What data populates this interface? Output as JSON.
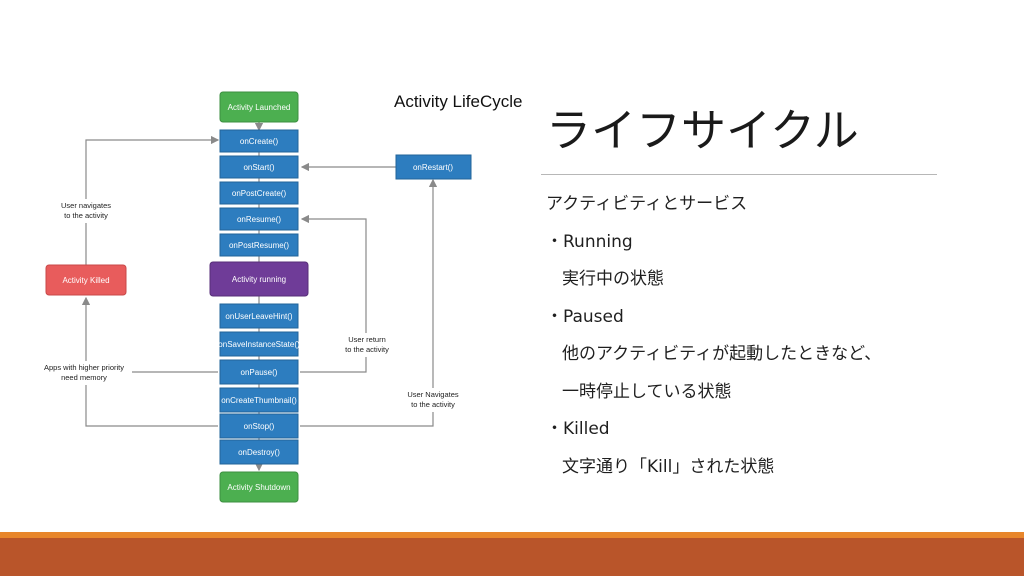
{
  "slide": {
    "title": "ライフサイクル",
    "lines": [
      "アクティビティとサービス",
      "・Running",
      "実行中の状態",
      "・Paused",
      "他のアクティビティが起動したときなど、",
      "一時停止している状態",
      "・Killed",
      "文字通り「Kill」された状態"
    ]
  },
  "diagram": {
    "title": "Activity LifeCycle",
    "colors": {
      "green": "#4caf50",
      "blue": "#2d7dbf",
      "purple": "#6f3c98",
      "red": "#e85c5c",
      "arrow": "#8a8a8a"
    },
    "nodes": {
      "launched": "Activity Launched",
      "oncreate": "onCreate()",
      "onstart": "onStart()",
      "onpostcreate": "onPostCreate()",
      "onresume": "onResume()",
      "onpostresume": "onPostResume()",
      "running": "Activity running",
      "onuserleavehint": "onUserLeaveHint()",
      "onsaveinstancestate": "onSaveInstanceState()",
      "onpause": "onPause()",
      "oncreatethumbnail": "onCreateThumbnail()",
      "onstop": "onStop()",
      "ondestroy": "onDestroy()",
      "shutdown": "Activity Shutdown",
      "onrestart": "onRestart()",
      "killed": "Activity Killed"
    },
    "labels": {
      "user_nav_1": "User navigates",
      "user_nav_2": "to the activity",
      "apps_1": "Apps with higher priority",
      "apps_2": "need memory",
      "return_1": "User return",
      "return_2": "to the activity",
      "nav2_1": "User Navigates",
      "nav2_2": "to the activity"
    }
  }
}
